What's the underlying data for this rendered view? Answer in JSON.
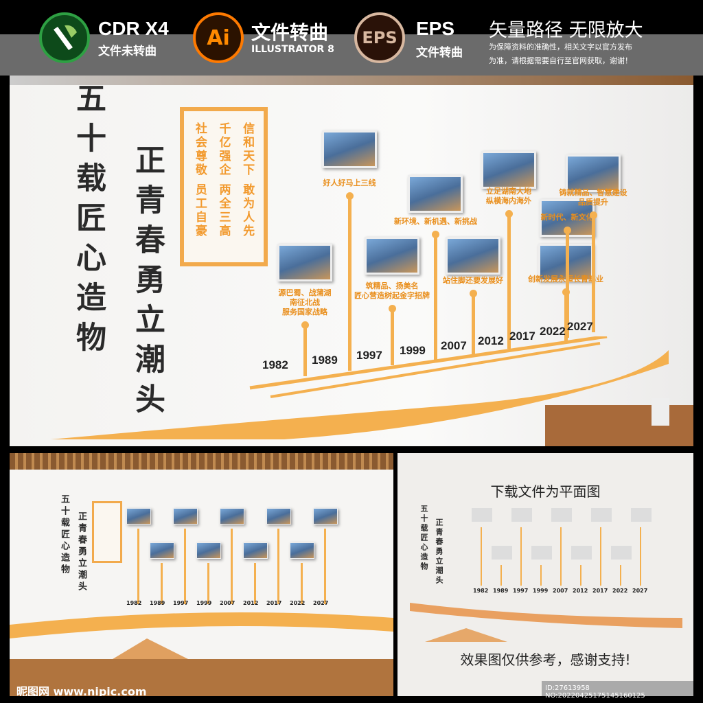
{
  "header": {
    "cdr": {
      "title": "CDR X4",
      "subtitle": "文件未转曲",
      "logo": "coreldraw-logo"
    },
    "ai": {
      "logo_text": "Ai",
      "title": "文件转曲",
      "subtitle": "ILLUSTRATOR 8"
    },
    "eps": {
      "logo_text": "EPS",
      "title": "EPS",
      "subtitle": "文件转曲"
    },
    "tagline": "矢量路径 无限放大",
    "note_line1": "为保障资料的准确性，相关文字以官方发布",
    "note_line2": "为准，请根据需要自行至官网获取，谢谢！"
  },
  "wall": {
    "slogan_left": "五十载匠心造物",
    "slogan_right": "正青春勇立潮头",
    "frame_lines": [
      "信和天下 敢为人先",
      "千亿强企 两全三高",
      "社会尊敬 员工自豪"
    ],
    "timeline": [
      {
        "year": "1982",
        "caption": [
          "源巴蜀、战蒲湖",
          "南征北战",
          "服务国家战略"
        ]
      },
      {
        "year": "1989",
        "caption": [
          "好人好马上三线"
        ]
      },
      {
        "year": "1997",
        "caption": [
          "筑精品、扬美名",
          "匠心营造树起金字招牌"
        ]
      },
      {
        "year": "1999",
        "caption": [
          "新环境、新机遇、新挑战"
        ]
      },
      {
        "year": "2007",
        "caption": [
          "站住脚还要发展好"
        ]
      },
      {
        "year": "2012",
        "caption": [
          "立足湖南大地",
          "纵横海内海外"
        ]
      },
      {
        "year": "2017",
        "caption": [
          "创新发展永恒长青基业"
        ]
      },
      {
        "year": "2022",
        "caption": [
          "新时代、新文化"
        ]
      },
      {
        "year": "2027",
        "caption": [
          "铸就精品、智慧建设",
          "品质提升"
        ]
      }
    ],
    "accent": "#f4b04f"
  },
  "flat": {
    "title": "下载文件为平面图",
    "footer": "效果图仅供参考，感谢支持!"
  },
  "watermark": {
    "site": "昵图网 www.nipic.com",
    "id": "ID:27613958 NO:20220425175145160125"
  }
}
